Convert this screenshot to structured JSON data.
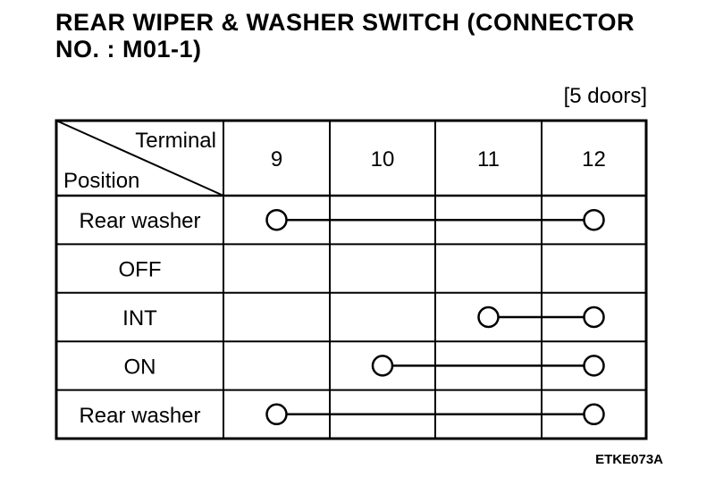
{
  "title": "REAR WIPER & WASHER SWITCH (CONNECTOR NO. : M01-1)",
  "variant": "[5 doors]",
  "figure_code": "ETKE073A",
  "table": {
    "corner_top": "Terminal",
    "corner_bottom": "Position",
    "terminals": [
      "9",
      "10",
      "11",
      "12"
    ],
    "rows": [
      {
        "position": "Rear washer",
        "connected": [
          "9",
          "12"
        ]
      },
      {
        "position": "OFF",
        "connected": []
      },
      {
        "position": "INT",
        "connected": [
          "11",
          "12"
        ]
      },
      {
        "position": "ON",
        "connected": [
          "10",
          "12"
        ]
      },
      {
        "position": "Rear washer",
        "connected": [
          "9",
          "12"
        ]
      }
    ]
  }
}
